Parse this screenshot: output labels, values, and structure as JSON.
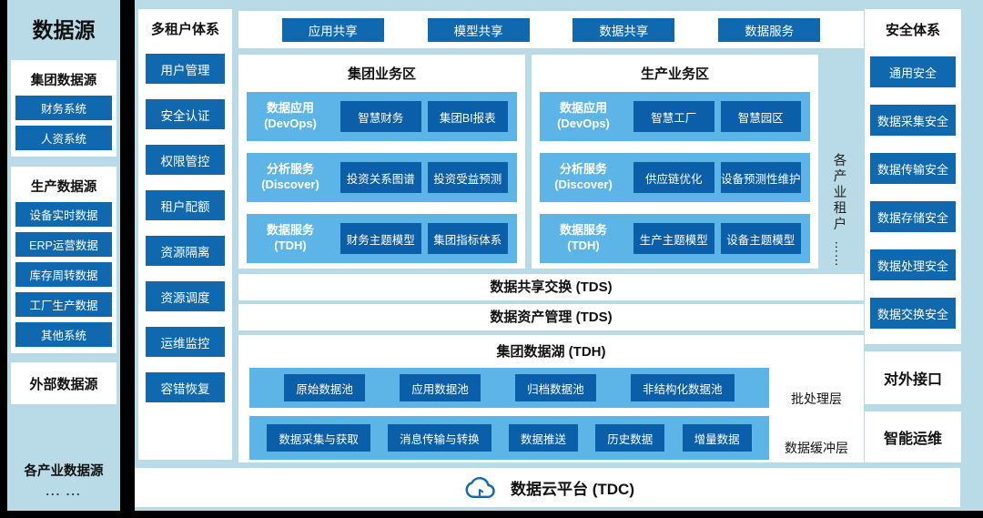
{
  "colors": {
    "background_light_blue": "#b9dbe7",
    "frame_black": "#000000",
    "primary_blue": "#1068af",
    "deep_blue": "#0b5fa8",
    "light_bar_blue": "#5cb5e6"
  },
  "left_panel": {
    "title": "数据源",
    "groups": [
      {
        "header": "集团数据源",
        "items": [
          "财务系统",
          "人资系统"
        ]
      },
      {
        "header": "生产数据源",
        "items": [
          "设备实时数据",
          "ERP运营数据",
          "库存周转数据",
          "工厂生产数据",
          "其他系统"
        ]
      },
      {
        "header": "外部数据源",
        "items": []
      }
    ],
    "footer_label": "各产业数据源",
    "footer_dots": "... ..."
  },
  "tenant_panel": {
    "title": "多租户体系",
    "items": [
      "用户管理",
      "安全认证",
      "权限管控",
      "租户配额",
      "资源隔离",
      "资源调度",
      "运维监控",
      "容错恢复"
    ]
  },
  "share_bar": {
    "items": [
      "应用共享",
      "模型共享",
      "数据共享",
      "数据服务"
    ]
  },
  "business_zones": [
    {
      "title": "集团业务区",
      "rows": [
        {
          "label_line1": "数据应用",
          "label_line2": "(DevOps)",
          "items": [
            "智慧财务",
            "集团BI报表"
          ]
        },
        {
          "label_line1": "分析服务",
          "label_line2": "(Discover)",
          "items": [
            "投资关系图谱",
            "投资受益预测"
          ]
        },
        {
          "label_line1": "数据服务",
          "label_line2": "(TDH)",
          "items": [
            "财务主题模型",
            "集团指标体系"
          ]
        }
      ]
    },
    {
      "title": "生产业务区",
      "rows": [
        {
          "label_line1": "数据应用",
          "label_line2": "(DevOps)",
          "items": [
            "智慧工厂",
            "智慧园区"
          ]
        },
        {
          "label_line1": "分析服务",
          "label_line2": "(Discover)",
          "items": [
            "供应链优化",
            "设备预测性维护"
          ]
        },
        {
          "label_line1": "数据服务",
          "label_line2": "(TDH)",
          "items": [
            "生产主题模型",
            "设备主题模型"
          ]
        }
      ]
    }
  ],
  "tenant_strip": {
    "label": "各产业租户",
    "dots": "……"
  },
  "platform_bars": [
    {
      "title": "数据共享交换 (TDS)"
    },
    {
      "title": "数据资产管理 (TDS)"
    }
  ],
  "data_lake": {
    "title": "集团数据湖 (TDH)",
    "layers": [
      {
        "items": [
          "原始数据池",
          "应用数据池",
          "归档数据池",
          "非结构化数据池"
        ],
        "label": "批处理层"
      },
      {
        "items": [
          "数据采集与获取",
          "消息传输与转换",
          "数据推送",
          "历史数据",
          "增量数据"
        ],
        "label": "数据缓冲层"
      }
    ]
  },
  "cloud_bar": {
    "title": "数据云平台 (TDC)",
    "icon": "cloud-icon"
  },
  "security_panel": {
    "title": "安全体系",
    "items": [
      "通用安全",
      "数据采集安全",
      "数据传输安全",
      "数据存储安全",
      "数据处理安全",
      "数据交换安全"
    ]
  },
  "external_interface": {
    "title": "对外接口"
  },
  "intelligent_ops": {
    "title": "智能运维"
  }
}
